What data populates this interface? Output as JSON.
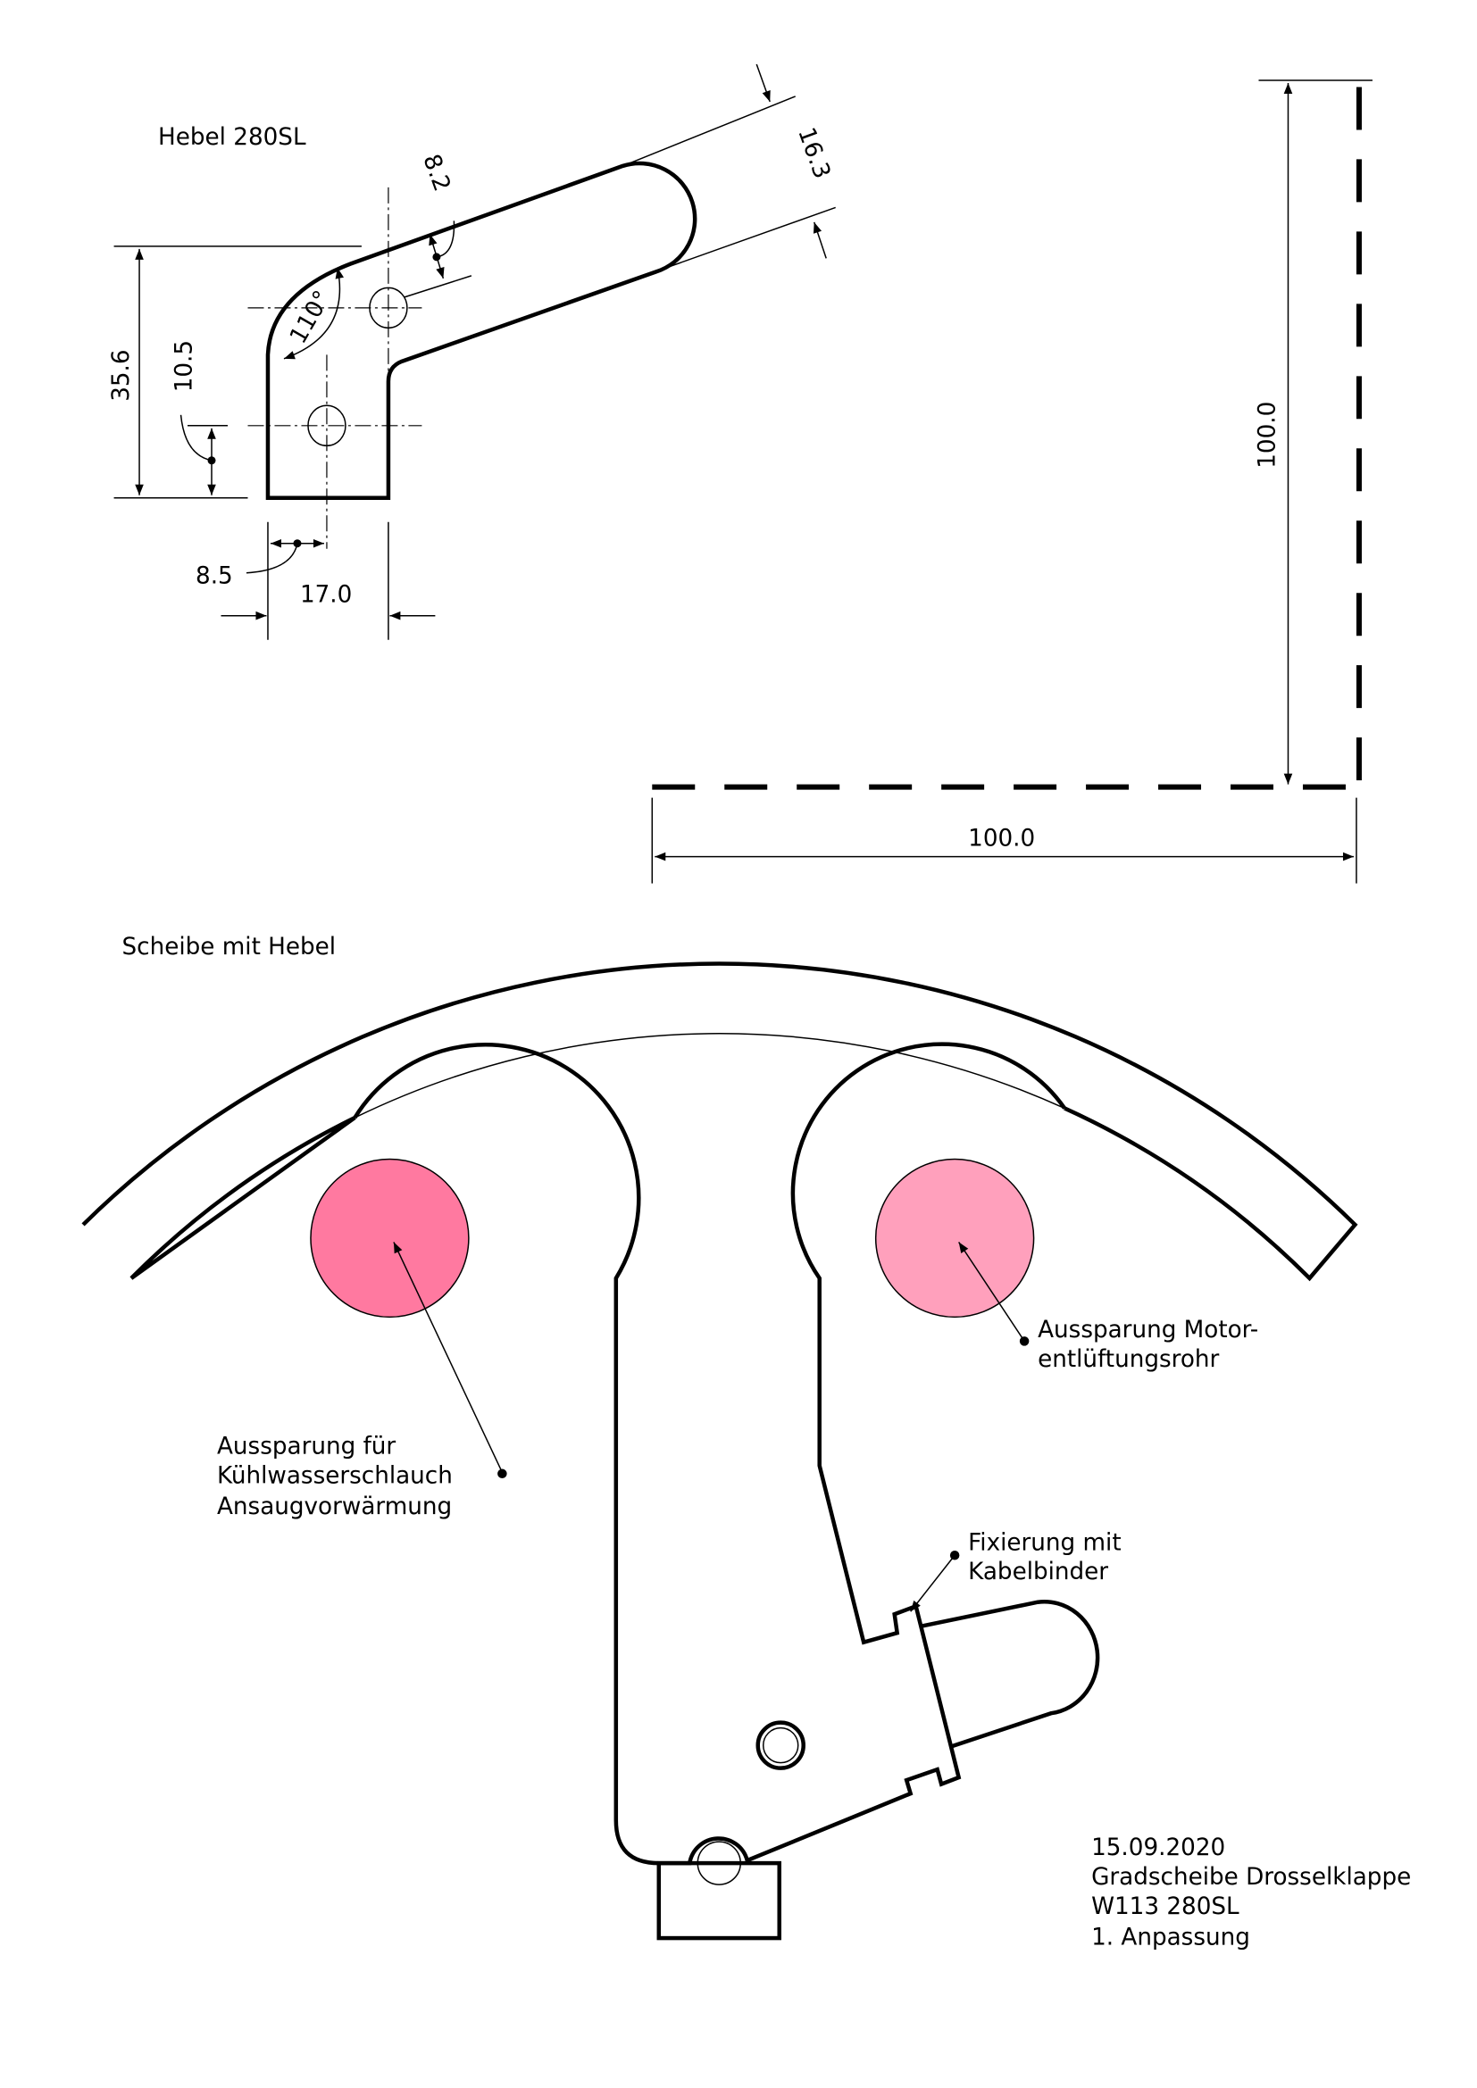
{
  "lever": {
    "title": "Hebel 280SL",
    "dims": {
      "height": "35.6",
      "hole_offset": "10.5",
      "half_width": "8.5",
      "width": "17.0",
      "arm_width": "16.3",
      "hole_to_edge": "8.2",
      "angle": "110°"
    }
  },
  "scale_ref": {
    "vertical": "100.0",
    "horizontal": "100.0"
  },
  "disc": {
    "title": "Scheibe mit Hebel",
    "callouts": {
      "left": [
        "Aussparung für",
        "Kühlwasserschlauch",
        "Ansaugvorwärmung"
      ],
      "right": [
        "Aussparung Motor-",
        "entlüftungsrohr"
      ],
      "fix": [
        "Fixierung mit",
        "Kabelbinder"
      ]
    },
    "colors": {
      "left_hole": "#FF79A0",
      "right_hole": "#FFA0BC"
    }
  },
  "title_block": [
    "15.09.2020",
    "Gradscheibe Drosselklappe",
    "W113 280SL",
    "1. Anpassung"
  ]
}
